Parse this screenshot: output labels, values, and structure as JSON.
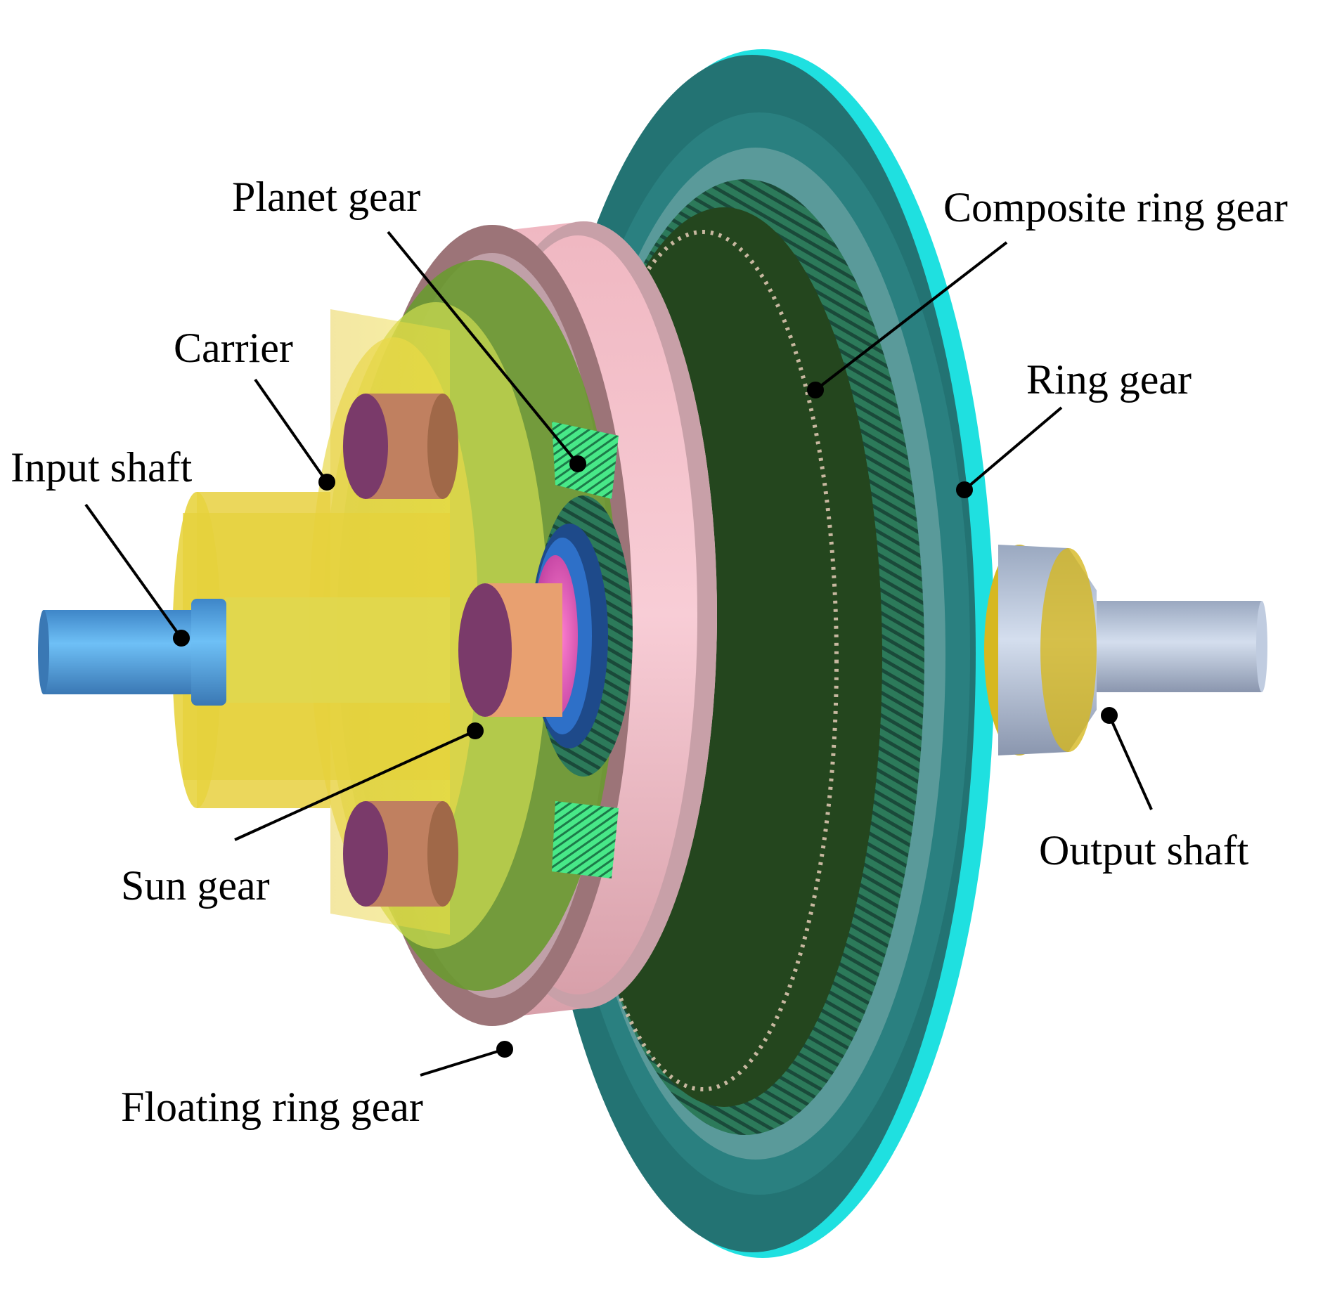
{
  "figure": {
    "subject": "Planetary gearbox with composite and floating ring gears",
    "labels": {
      "planet_gear": "Planet gear",
      "composite_ring_gear": "Composite ring gear",
      "carrier": "Carrier",
      "ring_gear": "Ring gear",
      "input_shaft": "Input shaft",
      "sun_gear": "Sun gear",
      "output_shaft": "Output shaft",
      "floating_ring_gear": "Floating ring gear"
    },
    "colors": {
      "ring_gear_outer": "#237373",
      "ring_gear_edge": "#1fe0e0",
      "ring_gear_inner": "#5a9a9a",
      "composite_ring_gear": "#24461e",
      "composite_teeth": "#2e8a6a",
      "floating_ring_face": "#9c7478",
      "floating_ring_body": "#f4c2cc",
      "carrier": "#e6d640",
      "planet_gear": "#c08060",
      "planet_face": "#7a3a6a",
      "planet_teeth": "#3fe07a",
      "sun_gear": "#ff70c8",
      "sun_ring": "#2e70c8",
      "input_shaft": "#60b4f0",
      "output_shaft": "#c0cce0",
      "output_hub": "#d6b820",
      "leader": "#000000"
    }
  }
}
